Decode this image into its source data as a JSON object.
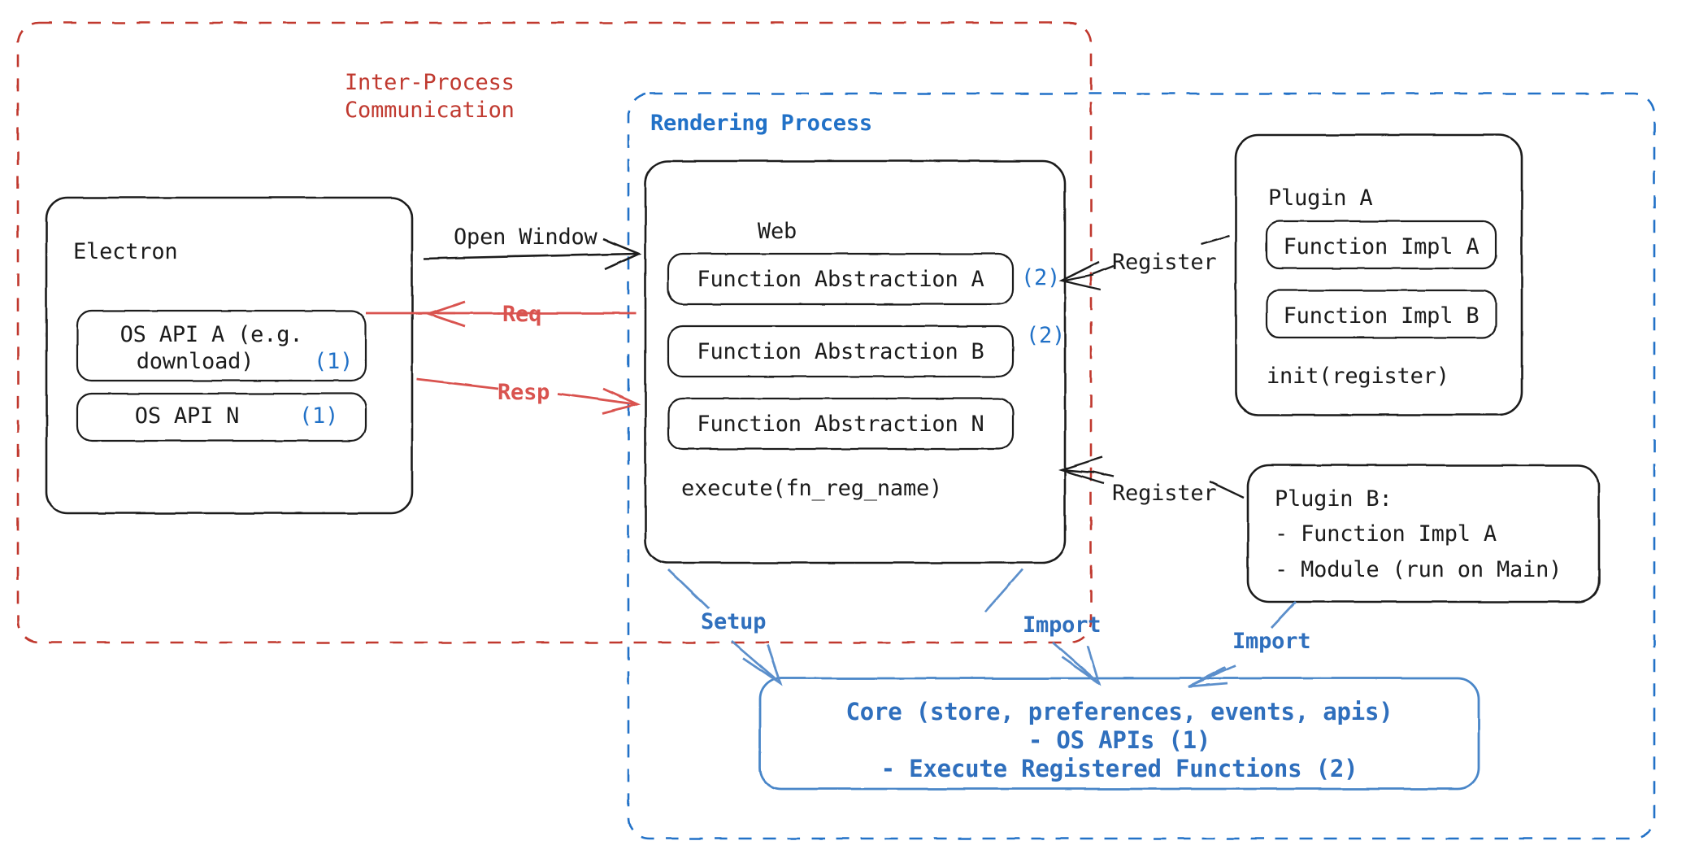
{
  "diagram": {
    "title": "Electron plugin architecture",
    "colors": {
      "red": "#c0392f",
      "blue": "#2171c7",
      "core_blue": "#2f6fbd",
      "ink": "#1b1b1b"
    },
    "containers": {
      "ipc": {
        "label": "Inter-Process\nCommunication",
        "label_line1": "Inter-Process",
        "label_line2": "Communication",
        "color": "#c0392f",
        "style": "dashed"
      },
      "rendering": {
        "label": "Rendering Process",
        "color": "#2171c7",
        "style": "dashed"
      }
    },
    "nodes": {
      "electron": {
        "title": "Electron",
        "items": [
          {
            "label_line1": "OS API A (e.g.",
            "label_line2": "download)",
            "marker": "(1)"
          },
          {
            "label_line1": "OS API N",
            "label_line2": "",
            "marker": "(1)"
          }
        ]
      },
      "web": {
        "title": "Web",
        "items": [
          {
            "label": "Function Abstraction A",
            "marker": "(2)"
          },
          {
            "label": "Function Abstraction B",
            "marker": "(2)"
          },
          {
            "label": "Function Abstraction N",
            "marker": ""
          }
        ],
        "footer": "execute(fn_reg_name)"
      },
      "plugin_a": {
        "title": "Plugin A",
        "items": [
          {
            "label": "Function Impl A"
          },
          {
            "label": "Function Impl B"
          }
        ],
        "footer": "init(register)"
      },
      "plugin_b": {
        "title": "Plugin B:",
        "lines": [
          "- Function Impl A",
          "- Module (run on Main)"
        ]
      },
      "core": {
        "lines": [
          "Core (store, preferences, events, apis)",
          "- OS APIs (1)",
          "- Execute Registered Functions (2)"
        ]
      }
    },
    "edges": [
      {
        "name": "open-window",
        "label": "Open Window",
        "color": "#1b1b1b"
      },
      {
        "name": "req",
        "label": "Req",
        "color": "#c0392f"
      },
      {
        "name": "resp",
        "label": "Resp",
        "color": "#c0392f"
      },
      {
        "name": "register-a",
        "label": "Register",
        "color": "#1b1b1b"
      },
      {
        "name": "register-b",
        "label": "Register",
        "color": "#1b1b1b"
      },
      {
        "name": "setup",
        "label": "Setup",
        "color": "#2f6fbd"
      },
      {
        "name": "import-web",
        "label": "Import",
        "color": "#2f6fbd"
      },
      {
        "name": "import-plugin",
        "label": "Import",
        "color": "#2f6fbd"
      }
    ]
  }
}
